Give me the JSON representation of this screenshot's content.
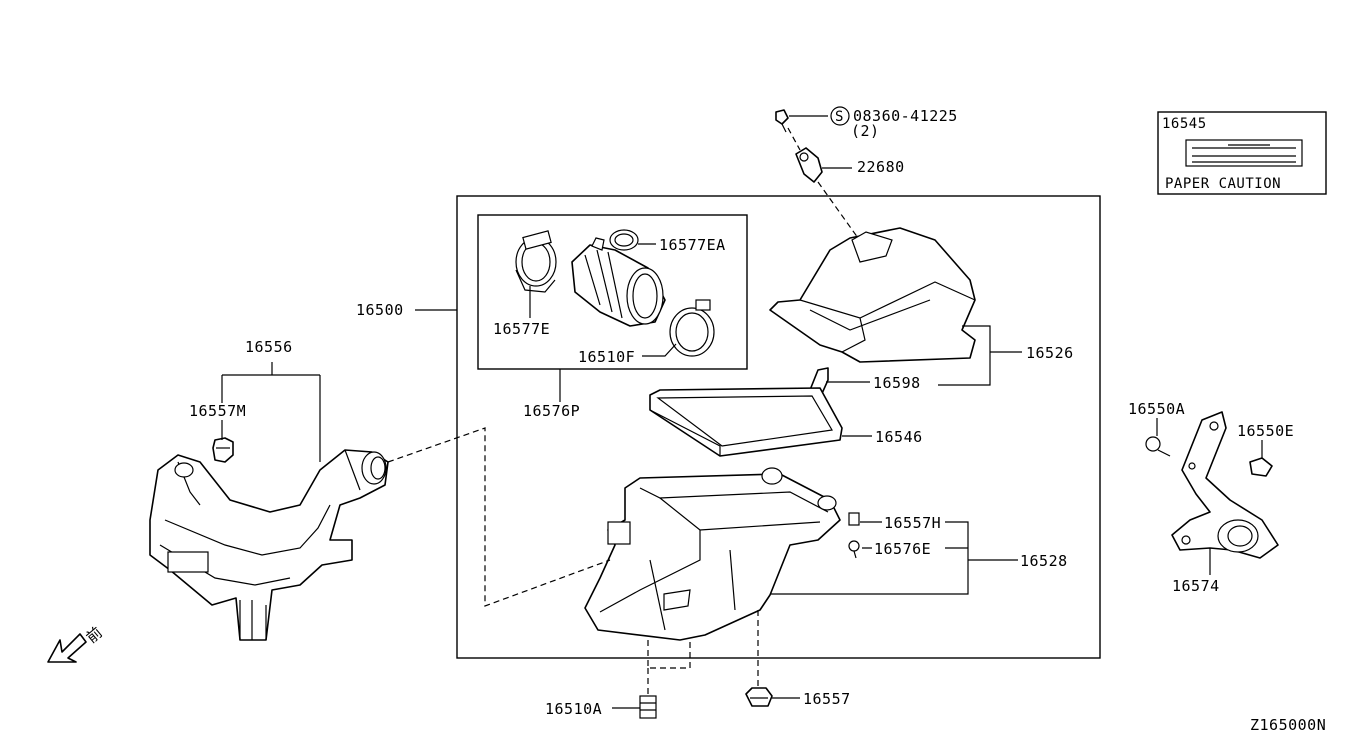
{
  "diagram": {
    "code": "Z165000N",
    "front_mark": "前",
    "labels": {
      "p16500": "16500",
      "p16556": "16556",
      "p16557M": "16557M",
      "p16577EA": "16577EA",
      "p16577E": "16577E",
      "p16510F": "16510F",
      "p16576P": "16576P",
      "bolt_code": "08360-41225",
      "bolt_qty": "(2)",
      "bolt_symbol": "S",
      "p22680": "22680",
      "p16526": "16526",
      "p16598": "16598",
      "p16546": "16546",
      "p16557H": "16557H",
      "p16576E": "16576E",
      "p16528": "16528",
      "p16510A": "16510A",
      "p16557": "16557",
      "p16550A": "16550A",
      "p16550E": "16550E",
      "p16574": "16574"
    },
    "caution_label": {
      "part": "16545",
      "text": "PAPER CAUTION"
    }
  }
}
